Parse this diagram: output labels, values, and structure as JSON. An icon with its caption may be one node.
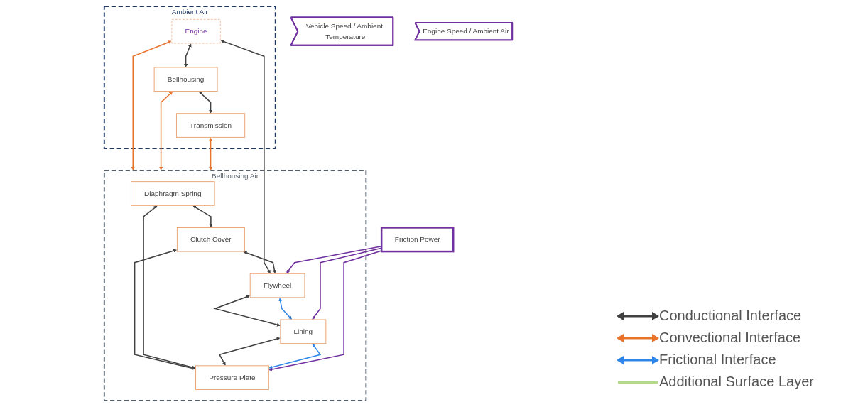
{
  "diagram": {
    "nodes": [
      {
        "text": [
          "Ambient Air"
        ]
      },
      {
        "text": [
          "Engine"
        ],
        "in": 0
      },
      {
        "text": [
          "Bellhousing"
        ],
        "in": 0
      },
      {
        "text": [
          "Transmission"
        ],
        "in": 0
      },
      {
        "text": [
          "Vehicle Speed / Ambient Temperature"
        ]
      },
      {
        "text": [
          "Bellhousing Air"
        ]
      },
      {
        "text": [
          "Diaphragm Spring"
        ],
        "in": 5
      },
      {
        "text": [
          "Clutch Cover"
        ],
        "in": 5
      },
      {
        "text": [
          "Flywheel"
        ],
        "in": 5
      },
      {
        "text": [
          "Lining"
        ],
        "in": 5
      },
      {
        "text": [
          "Pressure Plate"
        ],
        "in": 5
      },
      {
        "text": [
          "Engine Speed / Ambient Air"
        ]
      },
      {
        "text": [
          "Friction Power"
        ]
      }
    ],
    "edges": [
      {
        "from": 1,
        "to": 2,
        "arrow": "both"
      },
      {
        "from": 2,
        "to": 3,
        "arrow": "both"
      },
      {
        "from": 1,
        "to": 5,
        "arrow": "both",
        "color": "#e8732a"
      },
      {
        "from": 2,
        "to": 5,
        "arrow": "both",
        "color": "#e8732a"
      },
      {
        "from": 3,
        "to": 5,
        "arrow": "both",
        "color": "#e8732a"
      },
      {
        "from": 1,
        "to": 8,
        "arrow": "both"
      },
      {
        "from": 6,
        "to": 7,
        "arrow": "both"
      },
      {
        "from": 7,
        "to": 8,
        "arrow": "both"
      },
      {
        "from": 7,
        "to": 10,
        "arrow": "both"
      },
      {
        "from": 6,
        "to": 10,
        "arrow": "both"
      },
      {
        "from": 8,
        "to": 9,
        "arrow": "both"
      },
      {
        "from": 8,
        "to": 9,
        "arrow": "both",
        "color": "#2f86e8"
      },
      {
        "from": 9,
        "to": 10,
        "arrow": "both"
      },
      {
        "from": 9,
        "to": 10,
        "arrow": "both",
        "color": "#2f86e8"
      },
      {
        "from": 12,
        "to": 8,
        "arrow": "to",
        "color": "#7030a0"
      },
      {
        "from": 12,
        "to": 9,
        "arrow": "to",
        "color": "#7030a0"
      },
      {
        "from": 12,
        "to": 10,
        "arrow": "to",
        "color": "#7030a0"
      }
    ],
    "legend": [
      {
        "text": "Conductional Interface"
      },
      {
        "text": "Convectional Interface"
      },
      {
        "text": "Frictional Interface"
      },
      {
        "text": "Additional Surface Layer"
      }
    ]
  }
}
